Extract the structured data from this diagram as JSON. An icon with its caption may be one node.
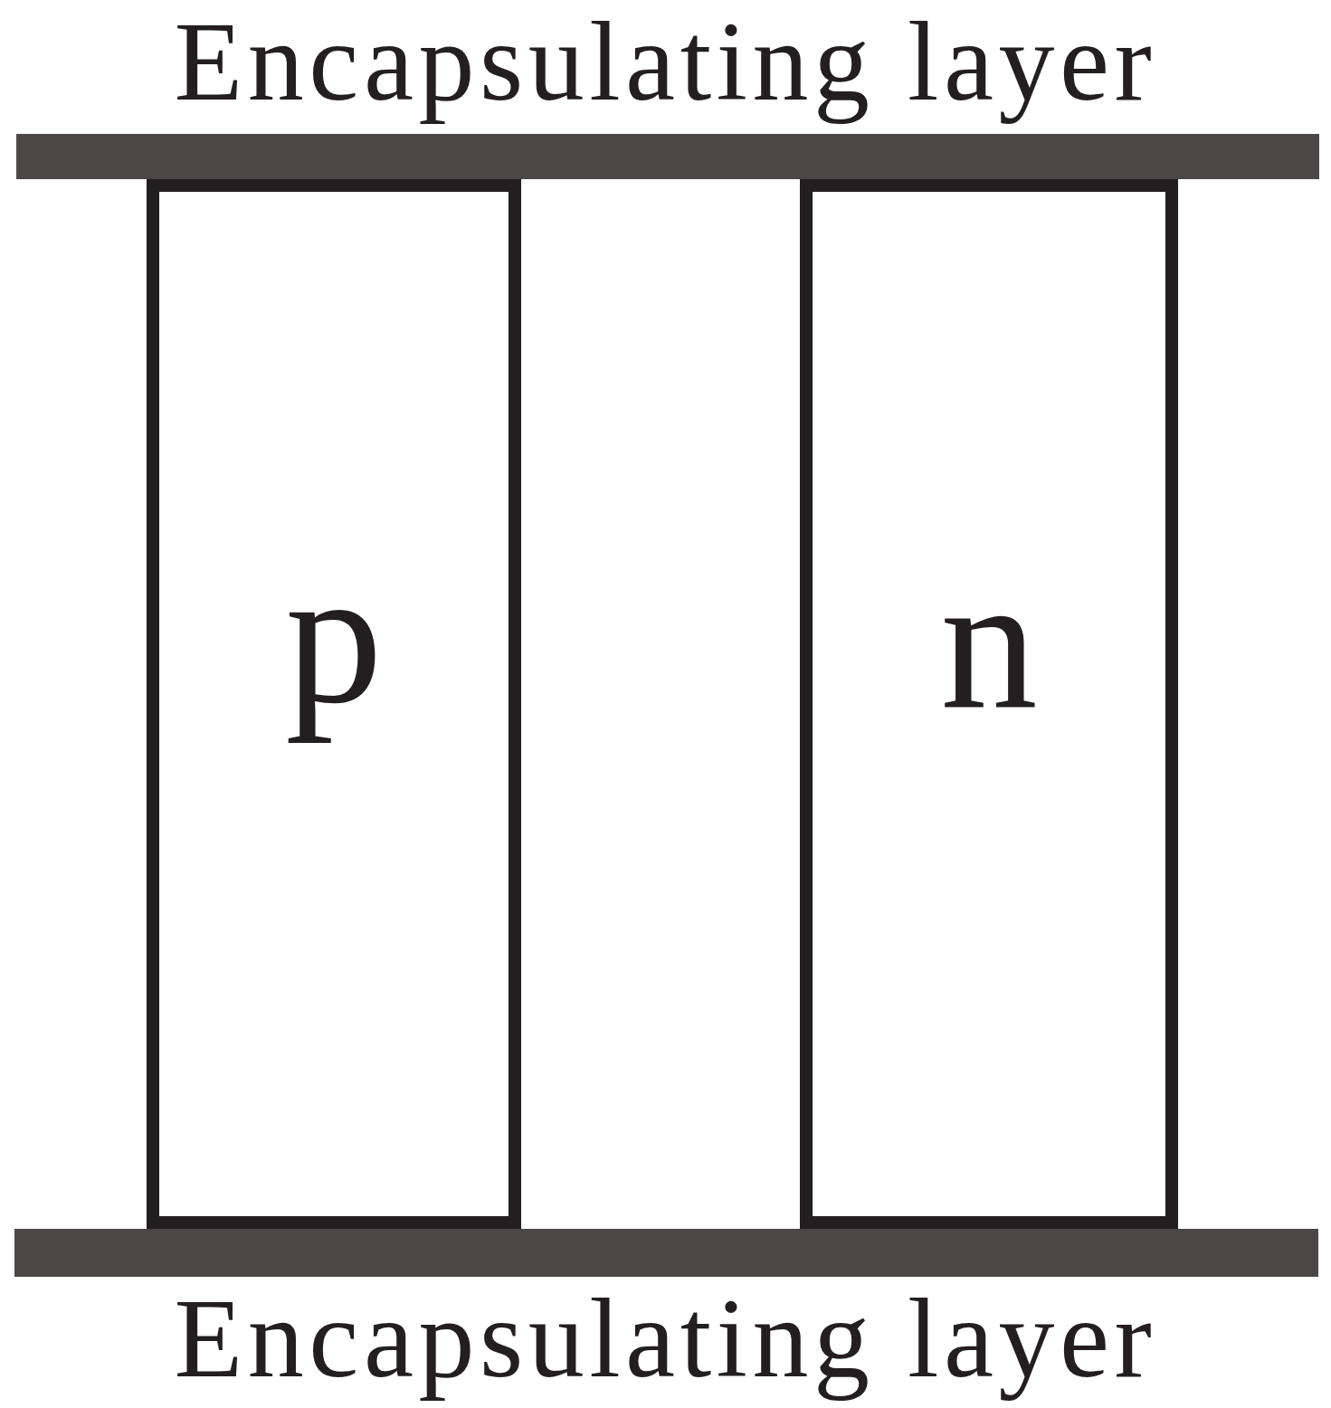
{
  "diagram": {
    "nodes": [
      {
        "text": [
          "Encapsulating layer"
        ]
      },
      {
        "text": [
          "p"
        ]
      },
      {
        "text": [
          "n"
        ]
      },
      {
        "text": [
          "Encapsulating layer"
        ]
      }
    ]
  }
}
